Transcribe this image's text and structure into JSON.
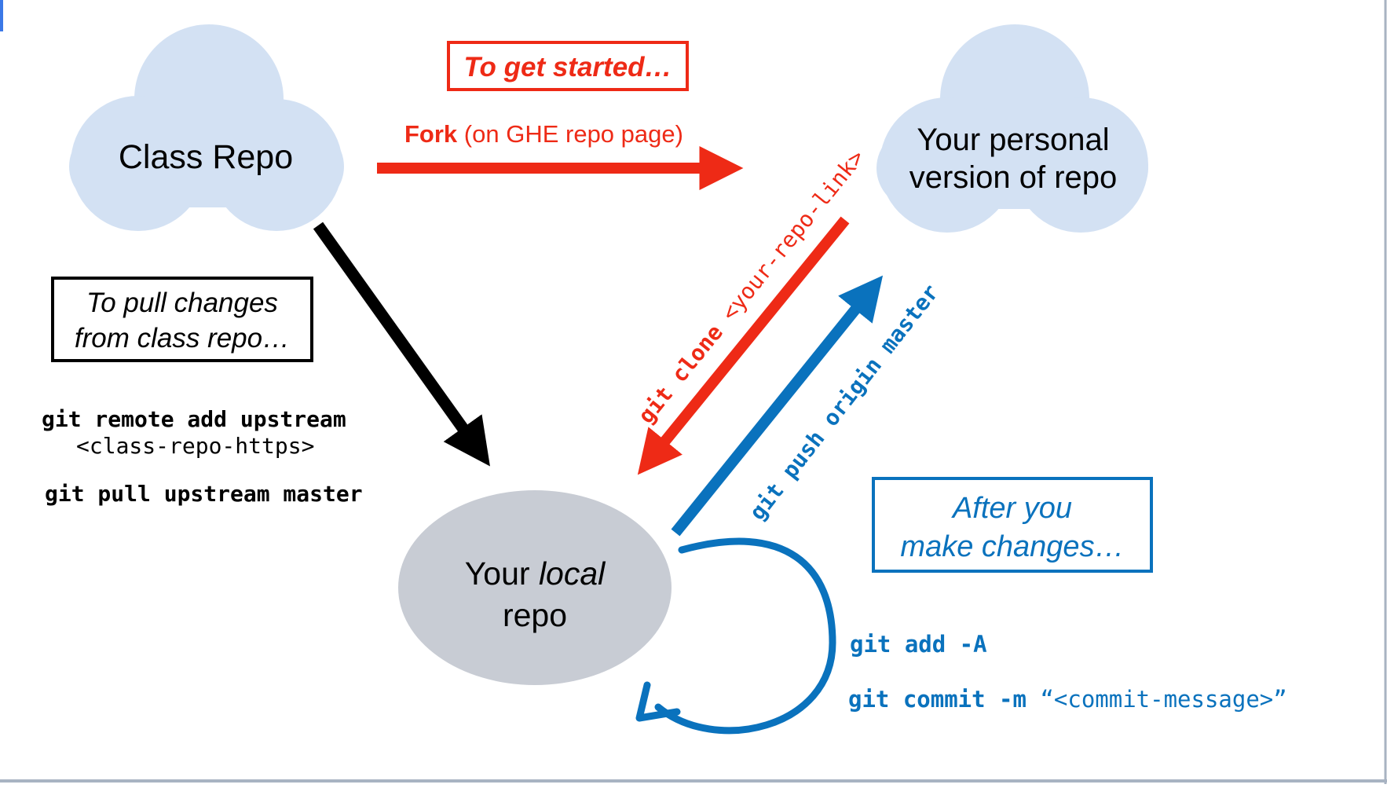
{
  "colors": {
    "red": "#ee2a16",
    "blue": "#0a72bd",
    "black": "#000000",
    "cloud": "#d3e1f3",
    "local_repo": "#c8ccd4",
    "frame_line": "#a8b3c2",
    "frame_corner": "#3b78e7"
  },
  "nodes": {
    "class_repo": "Class Repo",
    "personal_repo_line1": "Your personal",
    "personal_repo_line2": "version of repo",
    "local_repo_pre": "Your ",
    "local_repo_em": "local",
    "local_repo_line2": "repo"
  },
  "boxes": {
    "get_started": "To get started…",
    "pull_line1": "To pull changes",
    "pull_line2": "from class repo…",
    "after_line1": "After you",
    "after_line2": "make changes…"
  },
  "edges": {
    "fork_bold": "Fork",
    "fork_rest": " (on GHE repo page)",
    "clone_cmd": "git clone ",
    "clone_arg": "<your-repo-link>",
    "push": "git push origin master"
  },
  "commands": {
    "remote_add": "git remote add upstream",
    "remote_arg": "<class-repo-https>",
    "pull": "git pull upstream master",
    "add": "git add -A",
    "commit_cmd": "git commit -m ",
    "commit_arg": "“<commit-message>”"
  }
}
